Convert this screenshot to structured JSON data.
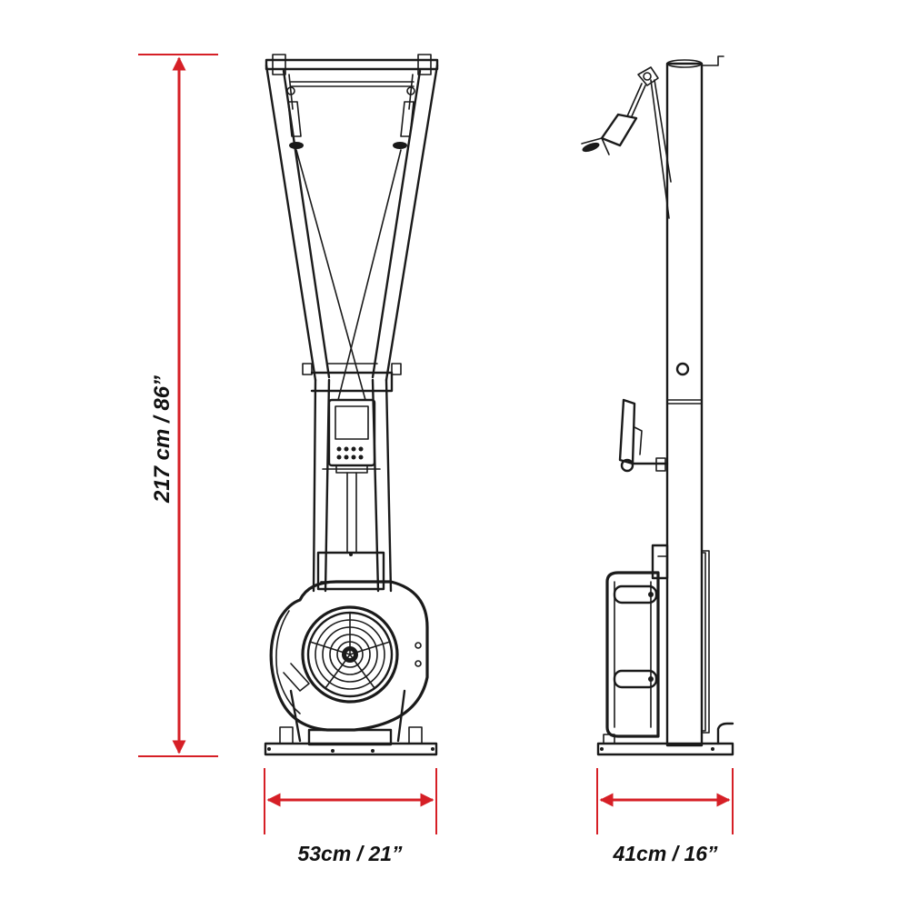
{
  "dimensions": {
    "height_label": "217 cm / 86”",
    "width_label": "53cm / 21”",
    "depth_label": "41cm / 16”"
  },
  "colors": {
    "dimension_line": "#d61f26",
    "drawing_ink": "#1a1a1a",
    "background": "#ffffff"
  }
}
